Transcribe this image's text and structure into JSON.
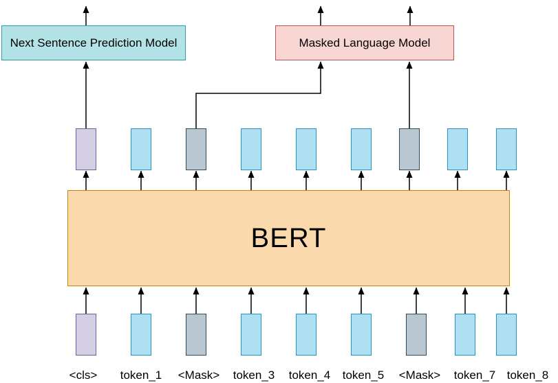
{
  "diagram": {
    "nsp_model": {
      "label": "Next Sentence Prediction Model"
    },
    "mlm_model": {
      "label": "Masked Language Model"
    },
    "bert": {
      "label": "BERT"
    },
    "tokens": [
      {
        "label": "<cls>",
        "type": "cls"
      },
      {
        "label": "token_1",
        "type": "token"
      },
      {
        "label": "<Mask>",
        "type": "mask"
      },
      {
        "label": "token_3",
        "type": "token"
      },
      {
        "label": "token_4",
        "type": "token"
      },
      {
        "label": "token_5",
        "type": "token"
      },
      {
        "label": "<Mask>",
        "type": "mask"
      },
      {
        "label": "token_7",
        "type": "token"
      },
      {
        "label": "token_8",
        "type": "token"
      }
    ],
    "colors": {
      "nsp_fill": "#b3e3e6",
      "nsp_stroke": "#2b9ea8",
      "mlm_fill": "#f8d6d3",
      "mlm_stroke": "#b85450",
      "bert_fill": "#fad9ad",
      "bert_stroke": "#c8800a",
      "cls_fill": "#d5cfe4",
      "cls_stroke": "#6c619c",
      "token_fill": "#aee0f2",
      "token_stroke": "#1e97c5",
      "mask_fill": "#b9c7d1",
      "mask_stroke": "#2e4b5e",
      "arrow": "#000000"
    }
  }
}
